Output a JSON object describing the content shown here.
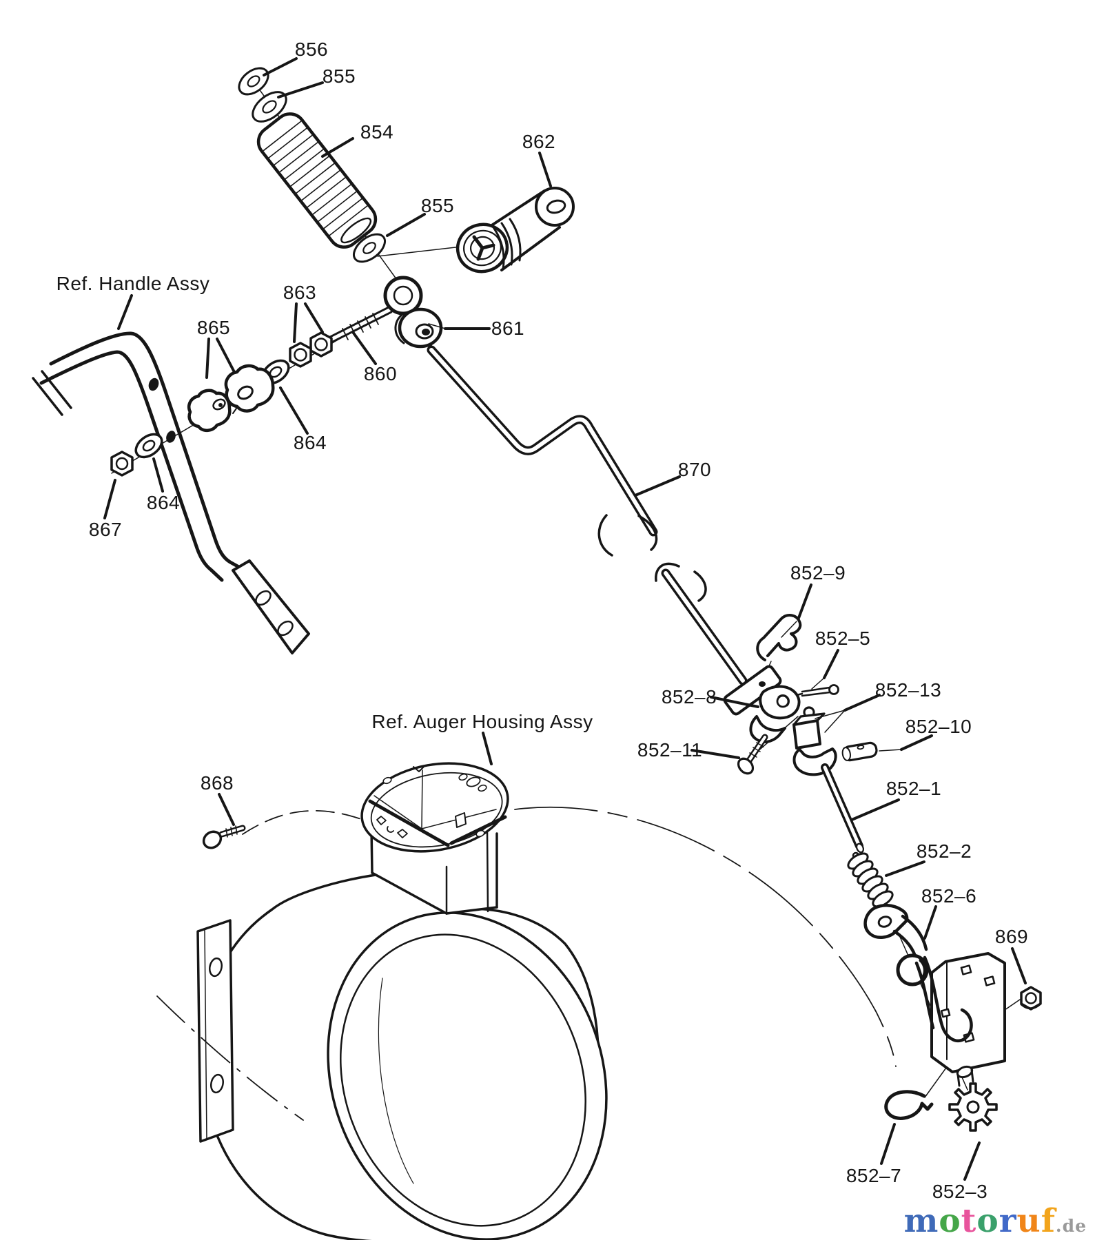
{
  "canvas": {
    "background": "#ffffff",
    "line_color": "#161616"
  },
  "labels": {
    "p856": "856",
    "p855a": "855",
    "p854": "854",
    "p862": "862",
    "p855b": "855",
    "ref_handle": "Ref. Handle Assy",
    "p863": "863",
    "p865": "865",
    "p861": "861",
    "p860": "860",
    "p864a": "864",
    "p864b": "864",
    "p867": "867",
    "p870": "870",
    "p852_9": "852–9",
    "p852_5": "852–5",
    "p852_8": "852–8",
    "p852_13": "852–13",
    "p852_10": "852–10",
    "p852_11": "852–11",
    "p852_1": "852–1",
    "p852_2": "852–2",
    "p852_6": "852–6",
    "ref_auger": "Ref. Auger Housing Assy",
    "p868": "868",
    "p869": "869",
    "p852_7": "852–7",
    "p852_3": "852–3"
  },
  "watermark": {
    "letters": [
      {
        "char": "m",
        "color": "#3f6ab8"
      },
      {
        "char": "o",
        "color": "#45a649"
      },
      {
        "char": "t",
        "color": "#e8549c"
      },
      {
        "char": "o",
        "color": "#3aa06b"
      },
      {
        "char": "r",
        "color": "#4169c8"
      },
      {
        "char": "u",
        "color": "#f08519"
      },
      {
        "char": "f",
        "color": "#f2a41c"
      }
    ],
    "suffix": ".de",
    "suffix_color": "#9a9a9a"
  }
}
